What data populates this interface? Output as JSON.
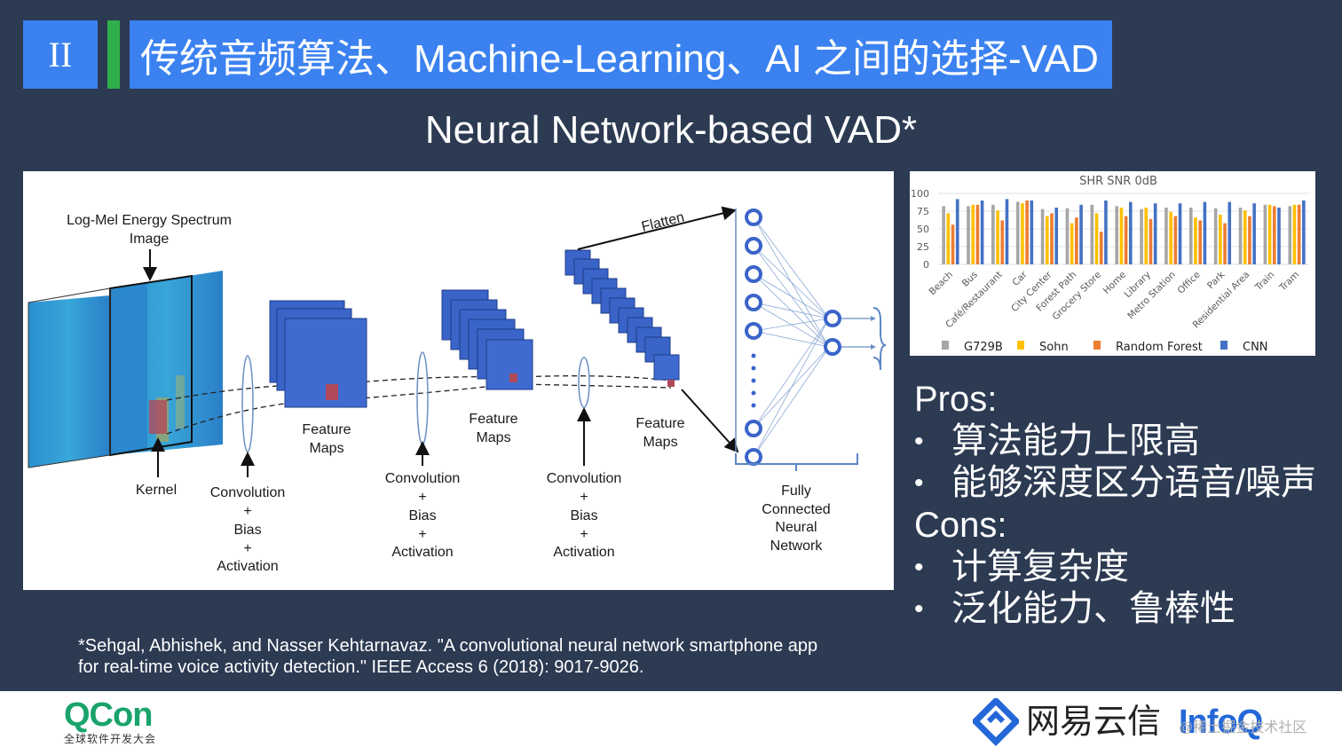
{
  "header": {
    "section_number": "II",
    "title": "传统音频算法、Machine-Learning、AI 之间的选择-VAD"
  },
  "subtitle": "Neural Network-based VAD*",
  "diagram": {
    "spectrum_label_line1": "Log-Mel Energy Spectrum",
    "spectrum_label_line2": "Image",
    "kernel_label": "Kernel",
    "flatten_label": "Flatten",
    "feature_maps": [
      "Feature",
      "Maps"
    ],
    "layer1_ops": [
      "Convolution",
      "+",
      "Bias",
      "+",
      "Activation"
    ],
    "layer2_ops": [
      "Convolution",
      "+",
      "Bias",
      "+",
      "Activation"
    ],
    "layer3_ops": [
      "Convolution",
      "+",
      "Bias",
      "+",
      "Activation"
    ],
    "fc_label": [
      "Fully",
      "Connected",
      "Neural",
      "Network"
    ]
  },
  "chart_data": {
    "type": "bar",
    "title": "SHR SNR 0dB",
    "ylim": [
      0,
      100
    ],
    "yticks": [
      "100",
      "75",
      "50",
      "25",
      "0"
    ],
    "categories": [
      "Beach",
      "Bus",
      "Café/Restaurant",
      "Car",
      "City Center",
      "Forest Path",
      "Grocery Store",
      "Home",
      "Library",
      "Metro Station",
      "Office",
      "Park",
      "Residential Area",
      "Train",
      "Tram"
    ],
    "series": [
      {
        "name": "G729B",
        "color": "#a6a6a6",
        "values": [
          82,
          82,
          84,
          88,
          78,
          79,
          84,
          82,
          78,
          80,
          80,
          79,
          80,
          84,
          82
        ]
      },
      {
        "name": "Sohn",
        "color": "#ffc000",
        "values": [
          72,
          84,
          76,
          86,
          68,
          58,
          72,
          80,
          80,
          74,
          66,
          70,
          76,
          84,
          84
        ]
      },
      {
        "name": "Random Forest",
        "color": "#ed7d31",
        "values": [
          56,
          84,
          62,
          90,
          72,
          66,
          46,
          68,
          64,
          68,
          62,
          58,
          68,
          82,
          84
        ]
      },
      {
        "name": "CNN",
        "color": "#4472c4",
        "values": [
          92,
          90,
          92,
          90,
          80,
          84,
          90,
          88,
          86,
          86,
          88,
          88,
          86,
          80,
          90
        ]
      }
    ],
    "legend_position": "bottom"
  },
  "pros_cons": {
    "pros_title": "Pros:",
    "pros": [
      "算法能力上限高",
      "能够深度区分语音/噪声"
    ],
    "cons_title": "Cons:",
    "cons": [
      "计算复杂度",
      "泛化能力、鲁棒性"
    ],
    "bullet": "•"
  },
  "citation": {
    "line1": "*Sehgal, Abhishek, and Nasser Kehtarnavaz. \"A convolutional neural network smartphone app",
    "line2": "for real-time voice activity detection.\" IEEE Access 6 (2018): 9017-9026."
  },
  "footer": {
    "qcon_logo": "QCon",
    "qcon_sub": "全球软件开发大会",
    "netease": "网易云信",
    "infoq": "InfoQ",
    "watermark": "@稀土掘金技术社区"
  },
  "colors": {
    "background": "#2c3a52",
    "accent": "#3b82f0",
    "green": "#2eb04a"
  }
}
